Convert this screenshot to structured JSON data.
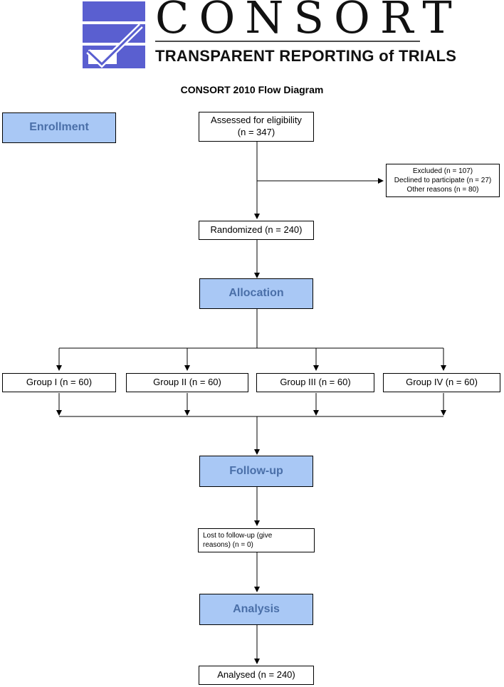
{
  "logo": {
    "name": "CONSORT",
    "tagline": "TRANSPARENT REPORTING of TRIALS",
    "colors": {
      "blue": "#5a5fd0",
      "light_blue": "#8c8ee0"
    }
  },
  "title": "CONSORT 2010 Flow Diagram",
  "stages": {
    "enrollment": "Enrollment",
    "allocation": "Allocation",
    "follow_up": "Follow-up",
    "analysis": "Analysis"
  },
  "boxes": {
    "assessed_line1": "Assessed for eligibility",
    "assessed_line2": "(n = 347)",
    "excluded_line1": "Excluded (n = 107)",
    "excluded_line2": "Declined to participate (n = 27)",
    "excluded_line3": "Other reasons (n = 80)",
    "randomized": "Randomized (n = 240)",
    "groups": [
      "Group I (n = 60)",
      "Group II (n = 60)",
      "Group III (n = 60)",
      "Group IV (n = 60)"
    ],
    "lost_line1": "Lost to follow-up (give",
    "lost_line2": "reasons) (n = 0)",
    "analysed": "Analysed (n = 240)"
  },
  "colors": {
    "stage_fill": "#a9c8f5",
    "stage_text": "#4a6fa8"
  }
}
